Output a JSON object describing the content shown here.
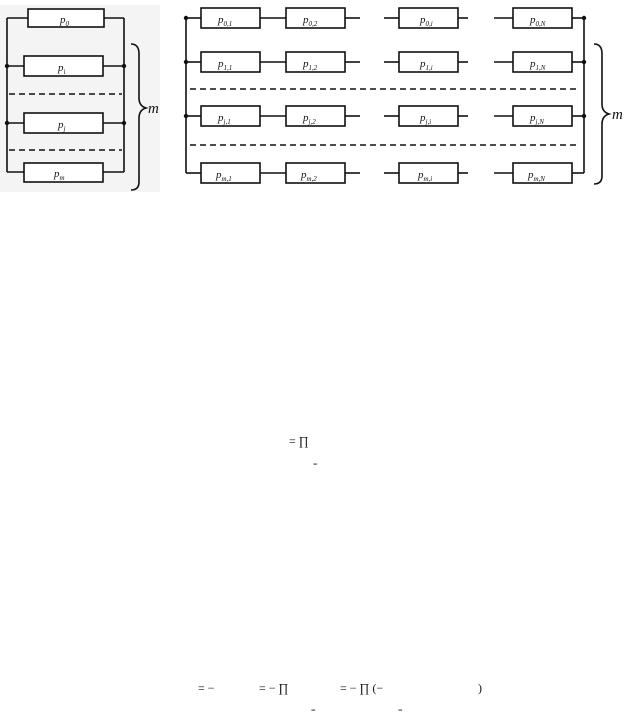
{
  "left_scheme": {
    "elements": [
      {
        "base": "p",
        "sub": "0"
      },
      {
        "base": "p",
        "sub": "i"
      },
      {
        "base": "p",
        "sub": "j"
      },
      {
        "base": "p",
        "sub": "m"
      }
    ],
    "brace_label": "m"
  },
  "right_scheme": {
    "rows": [
      [
        {
          "base": "p",
          "sub": "0,1"
        },
        {
          "base": "p",
          "sub": "0,2"
        },
        {
          "base": "p",
          "sub": "0,i"
        },
        {
          "base": "p",
          "sub": "0,N"
        }
      ],
      [
        {
          "base": "p",
          "sub": "1,1"
        },
        {
          "base": "p",
          "sub": "1,2"
        },
        {
          "base": "p",
          "sub": "1,i"
        },
        {
          "base": "p",
          "sub": "1,N"
        }
      ],
      [
        {
          "base": "p",
          "sub": "j,1"
        },
        {
          "base": "p",
          "sub": "j,2"
        },
        {
          "base": "p",
          "sub": "j,i"
        },
        {
          "base": "p",
          "sub": "j,N"
        }
      ],
      [
        {
          "base": "p",
          "sub": "m,1"
        },
        {
          "base": "p",
          "sub": "m,2"
        },
        {
          "base": "p",
          "sub": "m,i"
        },
        {
          "base": "p",
          "sub": "m,N"
        }
      ]
    ],
    "brace_label": "m"
  },
  "formula_1": {
    "text": "= ∏",
    "below": "="
  },
  "formula_2": {
    "segments": [
      "= −",
      "= − ∏",
      "= − ∏ (−",
      ")"
    ],
    "below_1": "=",
    "below_2": "="
  }
}
